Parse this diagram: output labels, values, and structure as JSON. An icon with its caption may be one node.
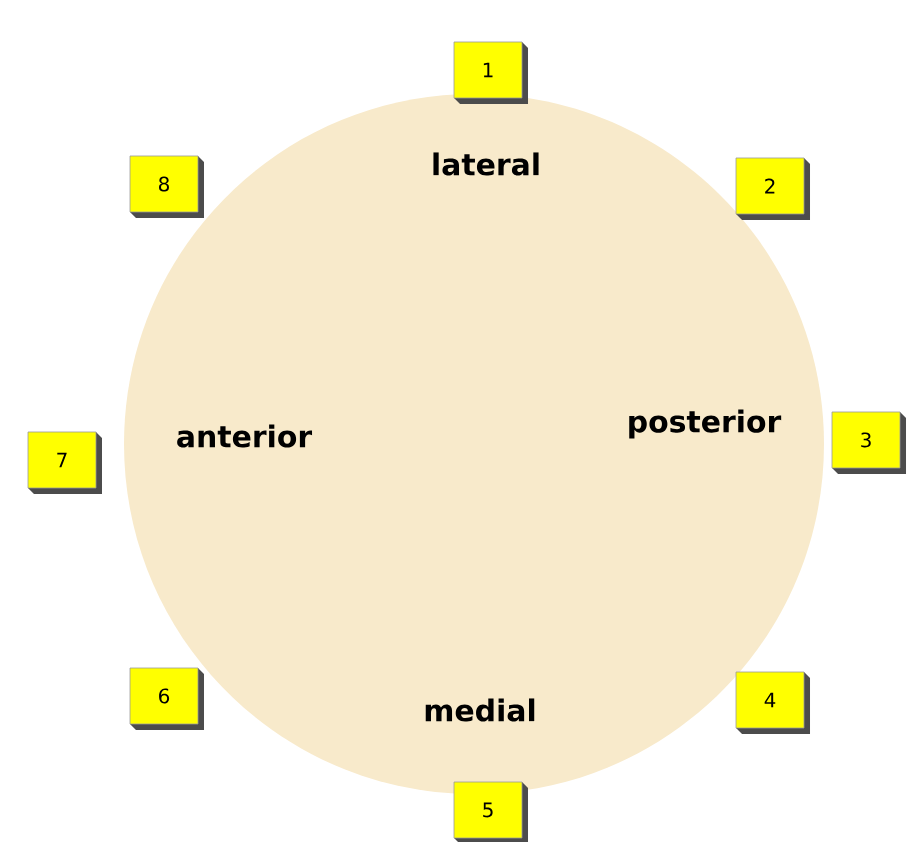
{
  "diagram": {
    "nodes": [
      {
        "text": [
          "lateral",
          "anterior",
          "posterior",
          "medial"
        ]
      },
      {
        "text": [
          "1"
        ]
      },
      {
        "text": [
          "2"
        ]
      },
      {
        "text": [
          "3"
        ]
      },
      {
        "text": [
          "4"
        ]
      },
      {
        "text": [
          "5"
        ]
      },
      {
        "text": [
          "6"
        ]
      },
      {
        "text": [
          "7"
        ]
      },
      {
        "text": [
          "8"
        ]
      }
    ]
  }
}
